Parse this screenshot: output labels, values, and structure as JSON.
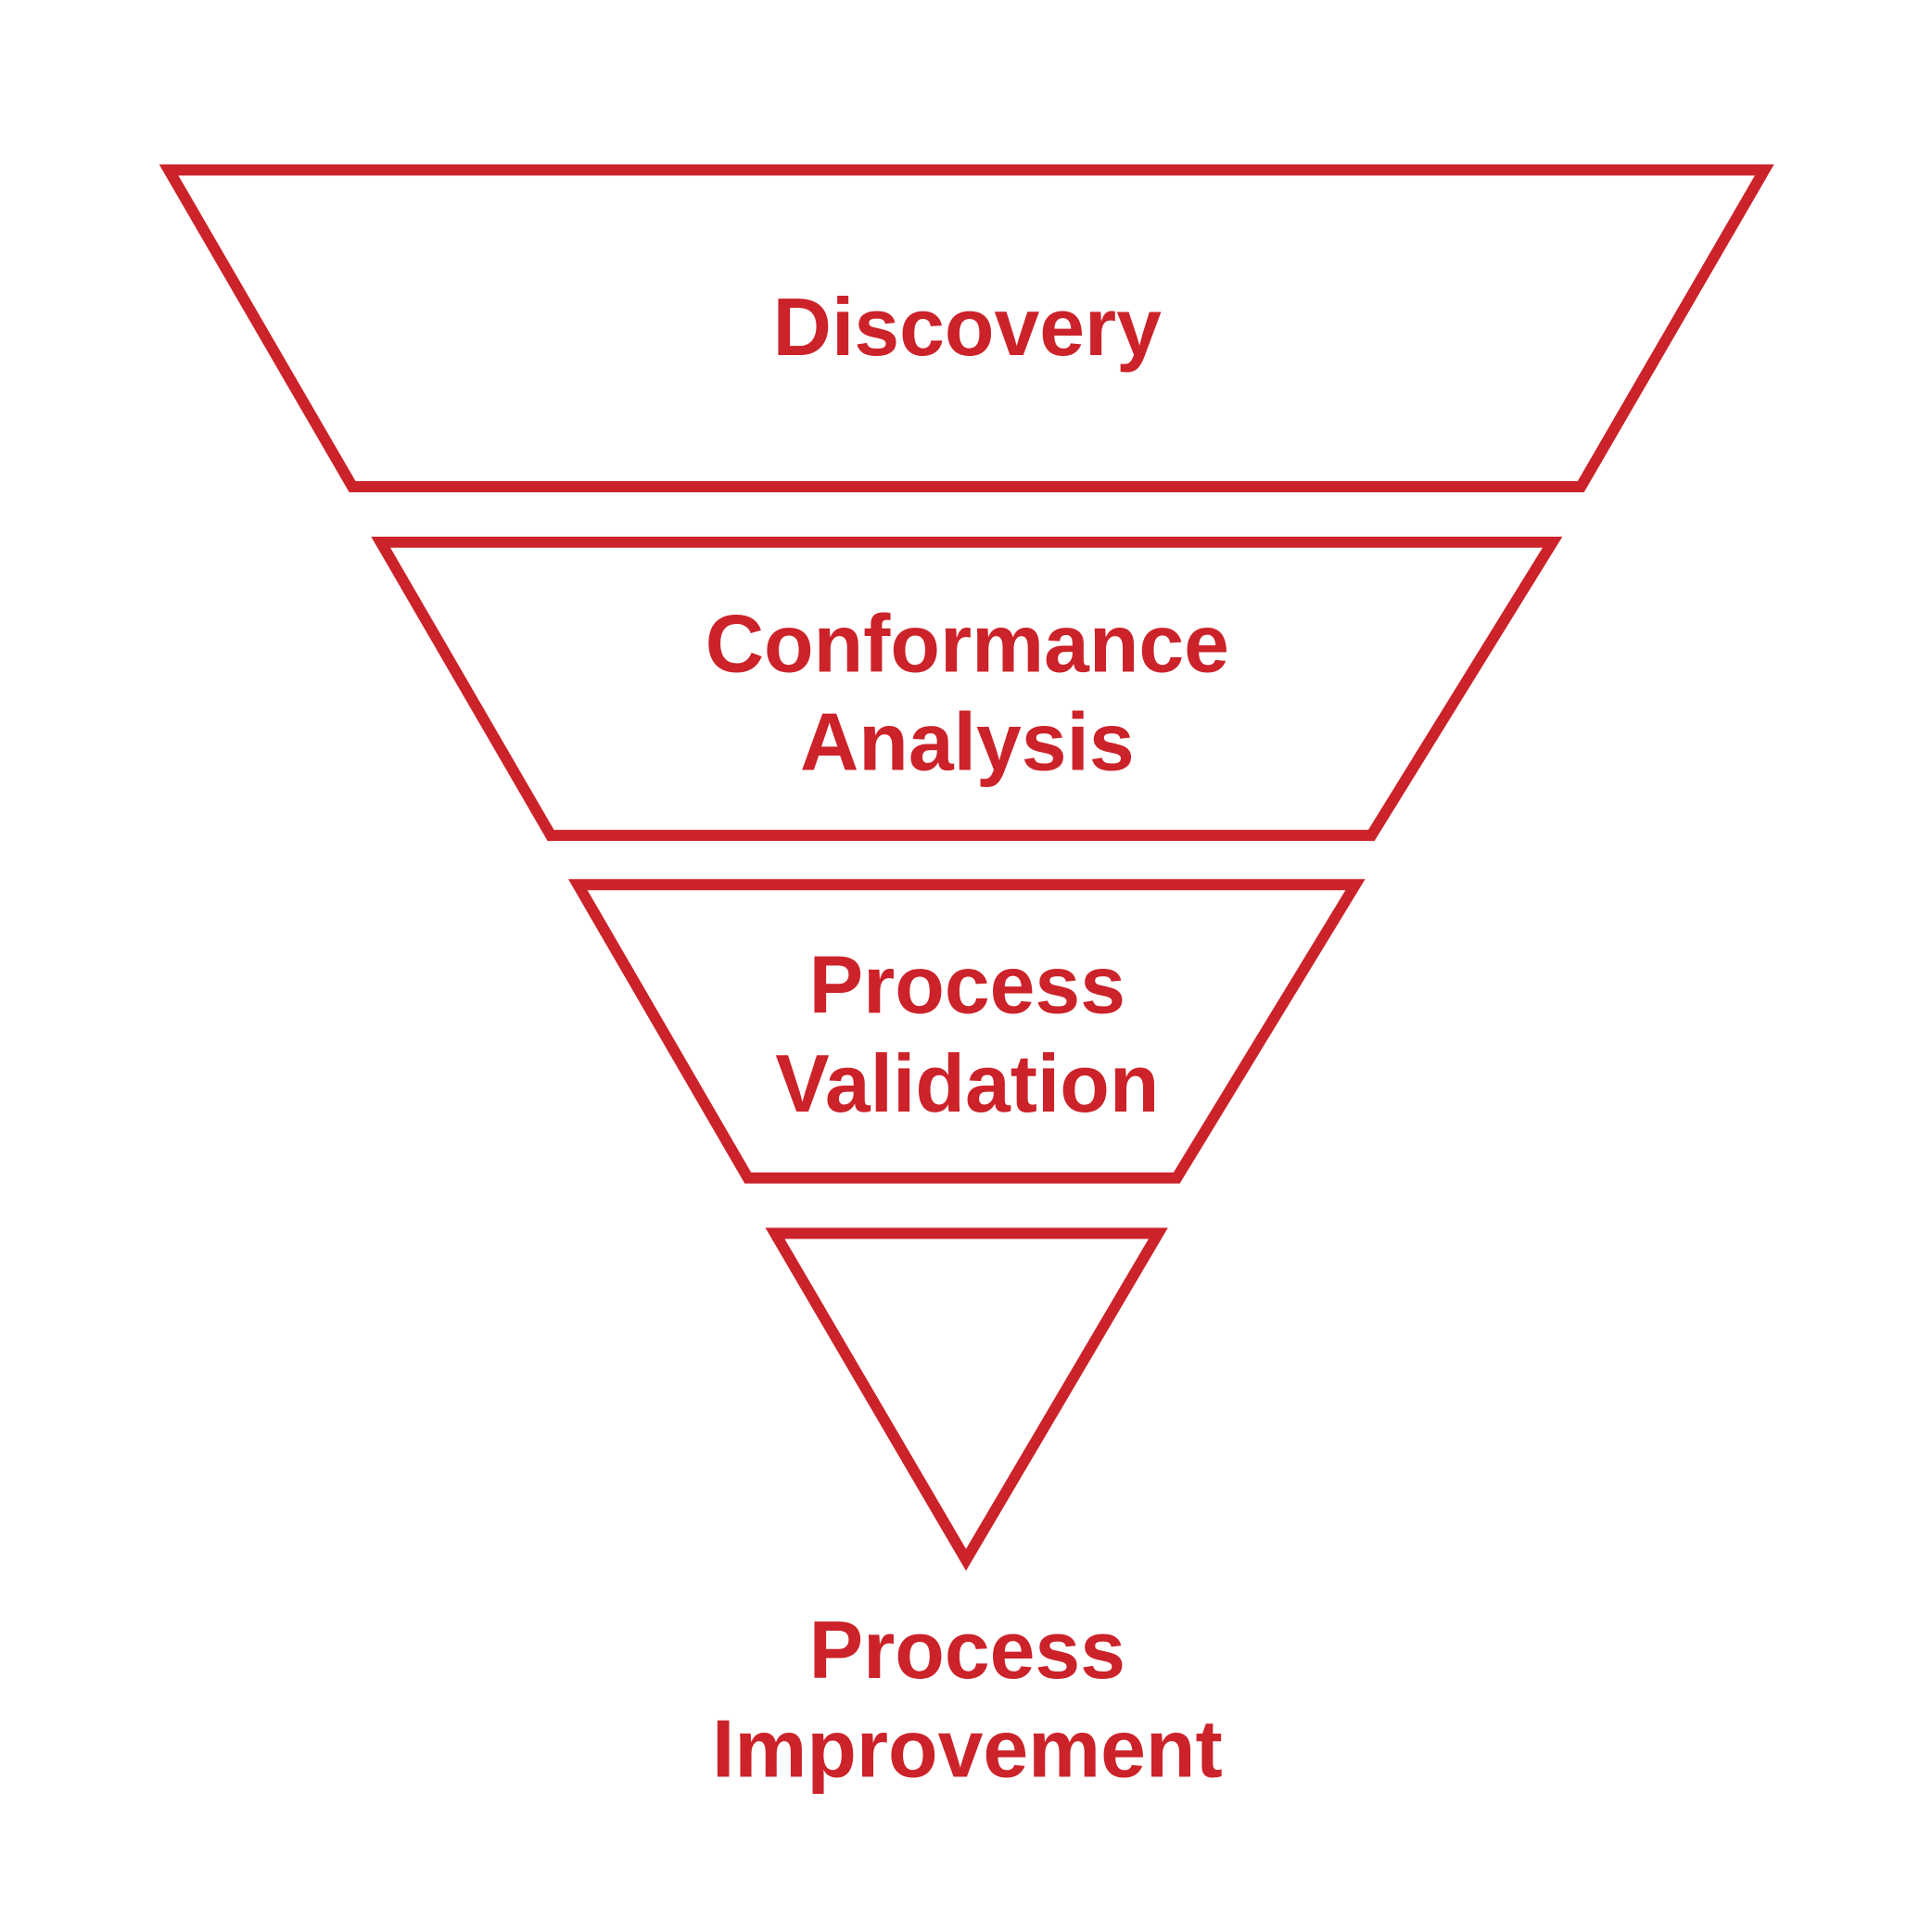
{
  "diagram": {
    "title": "Process funnel",
    "color": "#cc2229",
    "stages": [
      {
        "lines": [
          "Discovery"
        ]
      },
      {
        "lines": [
          "Conformance",
          "Analysis"
        ]
      },
      {
        "lines": [
          "Process",
          "Validation"
        ]
      },
      {
        "lines": [
          "Process",
          "Improvement"
        ]
      }
    ]
  }
}
